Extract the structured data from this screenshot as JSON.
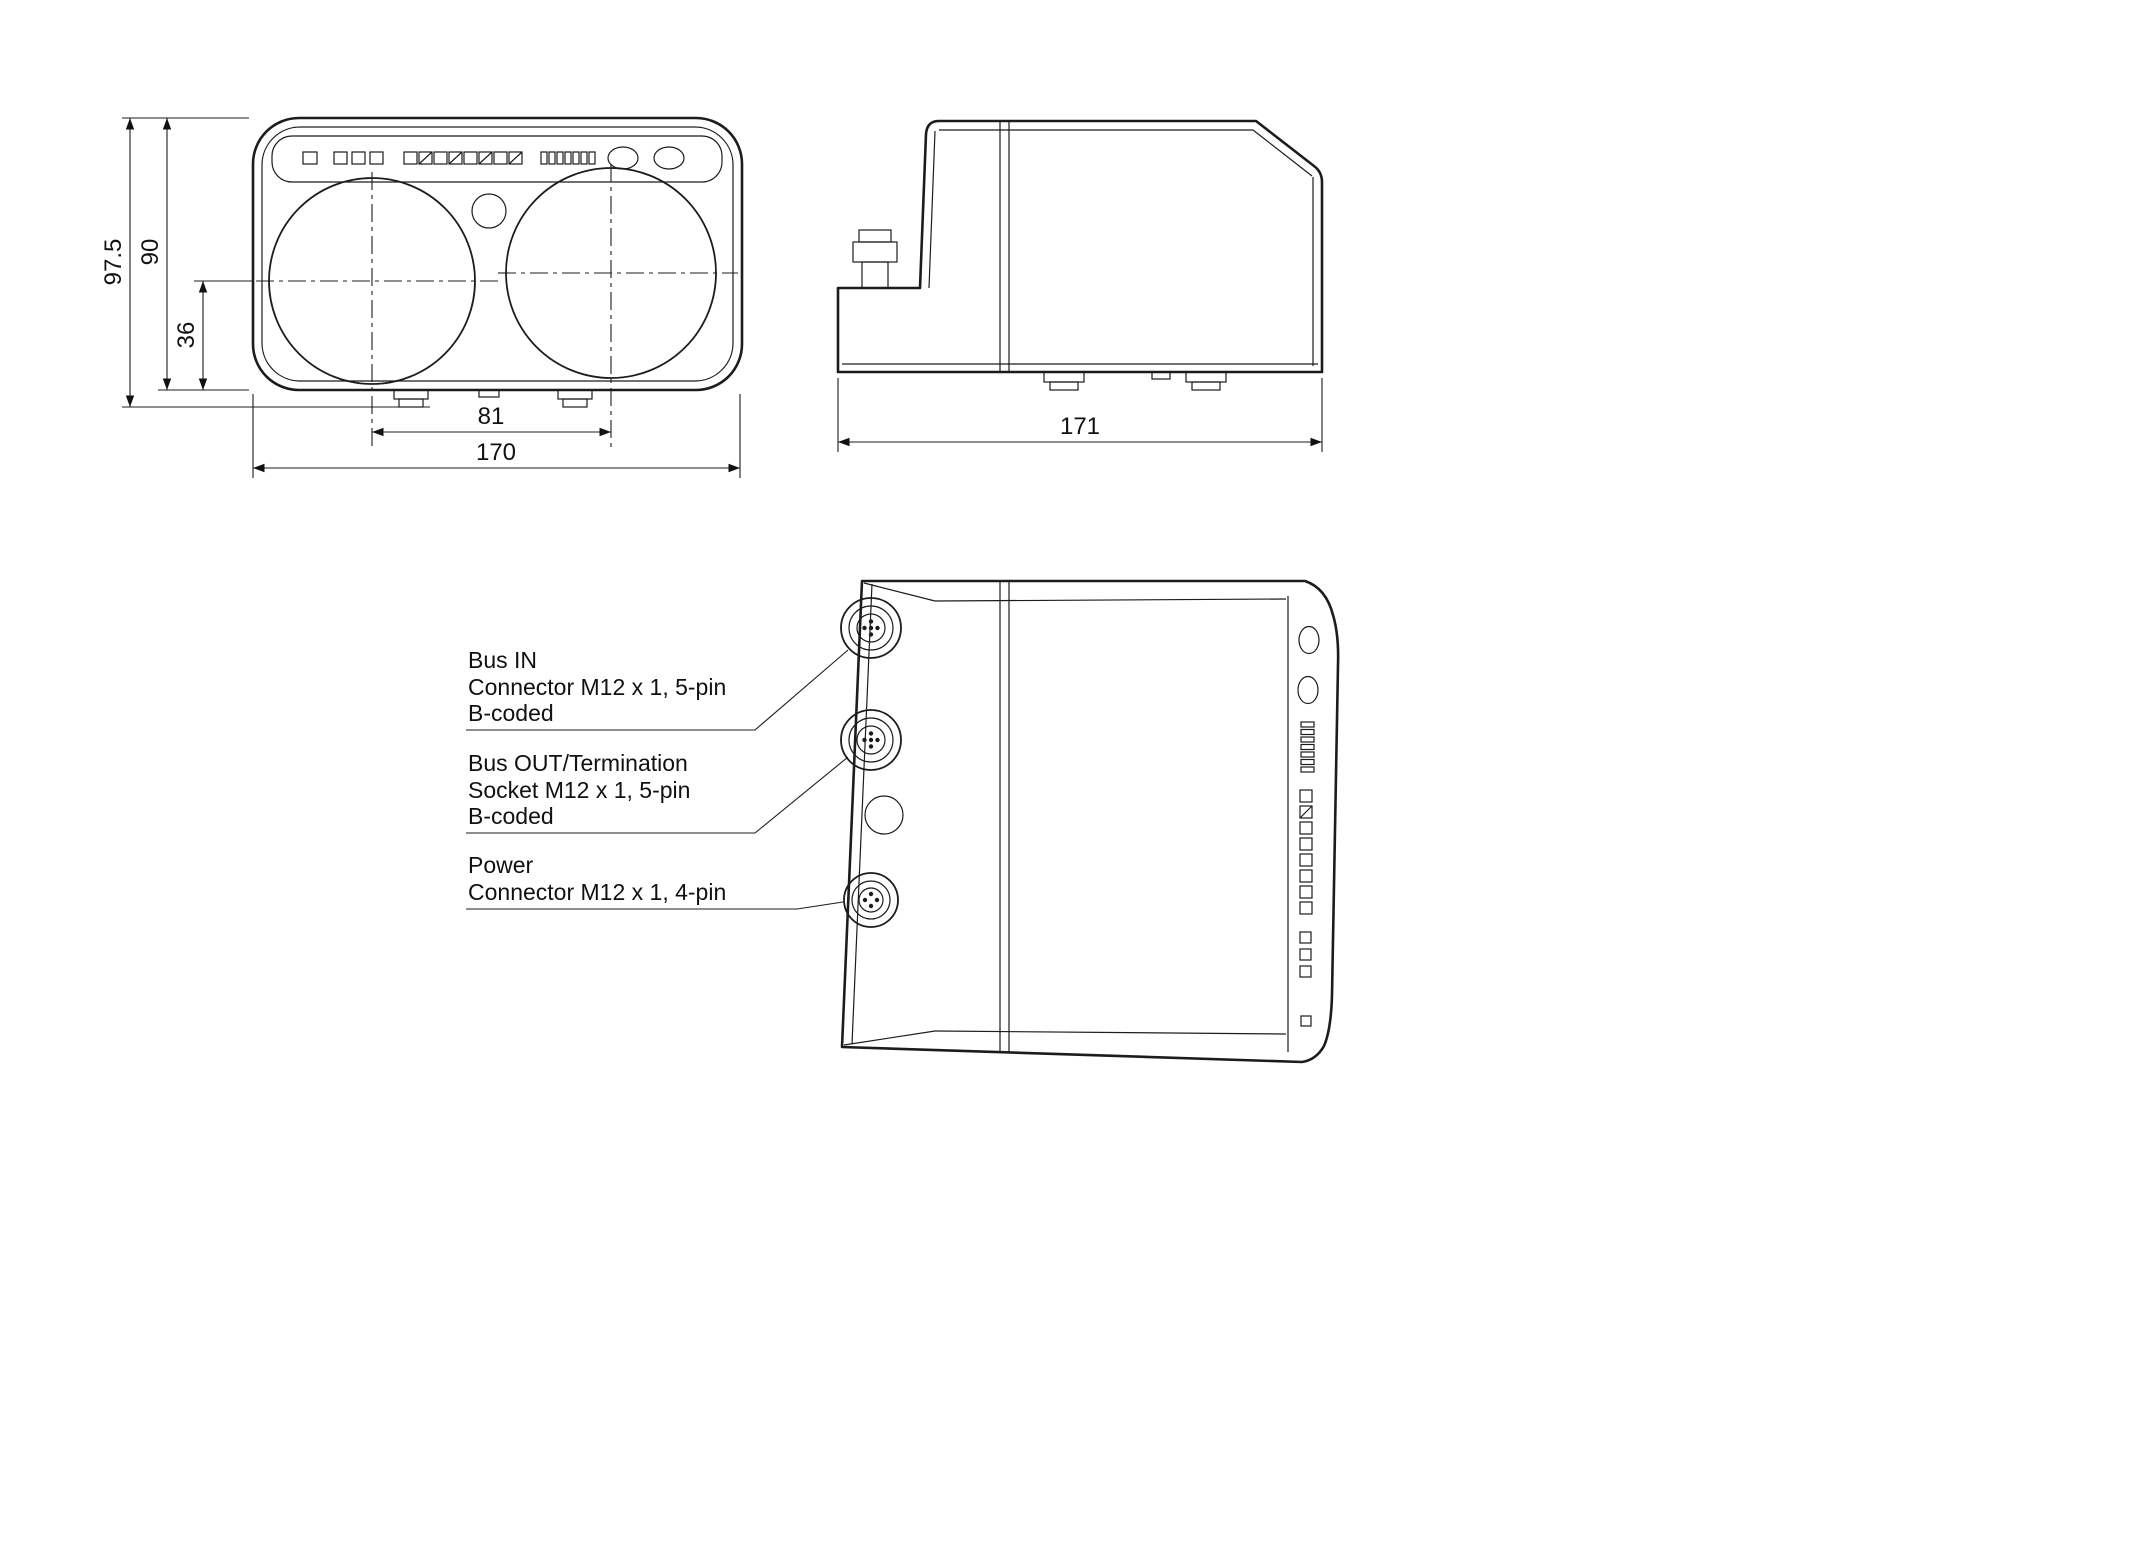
{
  "page": {
    "background_color": "#ffffff",
    "line_color": "#1c1c1c"
  },
  "drawing": {
    "front_view": {
      "dims": {
        "total_height": "97.5",
        "body_height": "90",
        "lens_center_height": "36",
        "lens_spacing": "81",
        "total_width": "170"
      }
    },
    "side_view": {
      "dims": {
        "total_depth": "171"
      }
    },
    "connector_view": {
      "callouts": [
        {
          "line1": "Bus IN",
          "line2": "Connector M12 x 1, 5-pin",
          "line3": "B-coded"
        },
        {
          "line1": "Bus OUT/Termination",
          "line2": "Socket M12 x 1, 5-pin",
          "line3": "B-coded"
        },
        {
          "line1": "Power",
          "line2": "Connector M12 x 1, 4-pin"
        }
      ]
    }
  }
}
